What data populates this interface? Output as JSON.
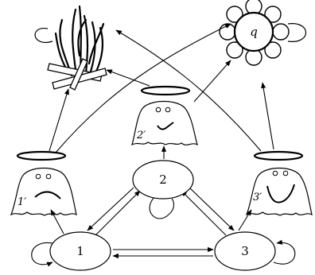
{
  "diagram": {
    "nodes": [
      {
        "id": "1",
        "label": "1"
      },
      {
        "id": "2",
        "label": "2"
      },
      {
        "id": "3",
        "label": "3"
      }
    ],
    "ghosts": [
      {
        "id": "ghost-1prime",
        "label": "1′",
        "mood": "sad"
      },
      {
        "id": "ghost-2prime",
        "label": "2′",
        "mood": "neutral"
      },
      {
        "id": "ghost-3prime",
        "label": "3′",
        "mood": "happy"
      }
    ],
    "terminals": [
      {
        "id": "fire",
        "icon": "fire-icon"
      },
      {
        "id": "flower",
        "icon": "flower-icon",
        "label": "q"
      }
    ],
    "edges": [
      {
        "from": "1",
        "to": "2"
      },
      {
        "from": "2",
        "to": "1"
      },
      {
        "from": "2",
        "to": "3"
      },
      {
        "from": "3",
        "to": "2"
      },
      {
        "from": "1",
        "to": "3"
      },
      {
        "from": "3",
        "to": "1"
      },
      {
        "from": "1",
        "to": "ghost-1prime"
      },
      {
        "from": "2",
        "to": "ghost-2prime"
      },
      {
        "from": "3",
        "to": "ghost-3prime"
      },
      {
        "from": "ghost-1prime",
        "to": "fire"
      },
      {
        "from": "ghost-1prime",
        "to": "flower"
      },
      {
        "from": "ghost-2prime",
        "to": "fire"
      },
      {
        "from": "ghost-2prime",
        "to": "flower"
      },
      {
        "from": "ghost-3prime",
        "to": "fire"
      },
      {
        "from": "ghost-3prime",
        "to": "flower"
      }
    ],
    "self_loops": [
      "1",
      "2",
      "3",
      "fire",
      "flower"
    ]
  }
}
